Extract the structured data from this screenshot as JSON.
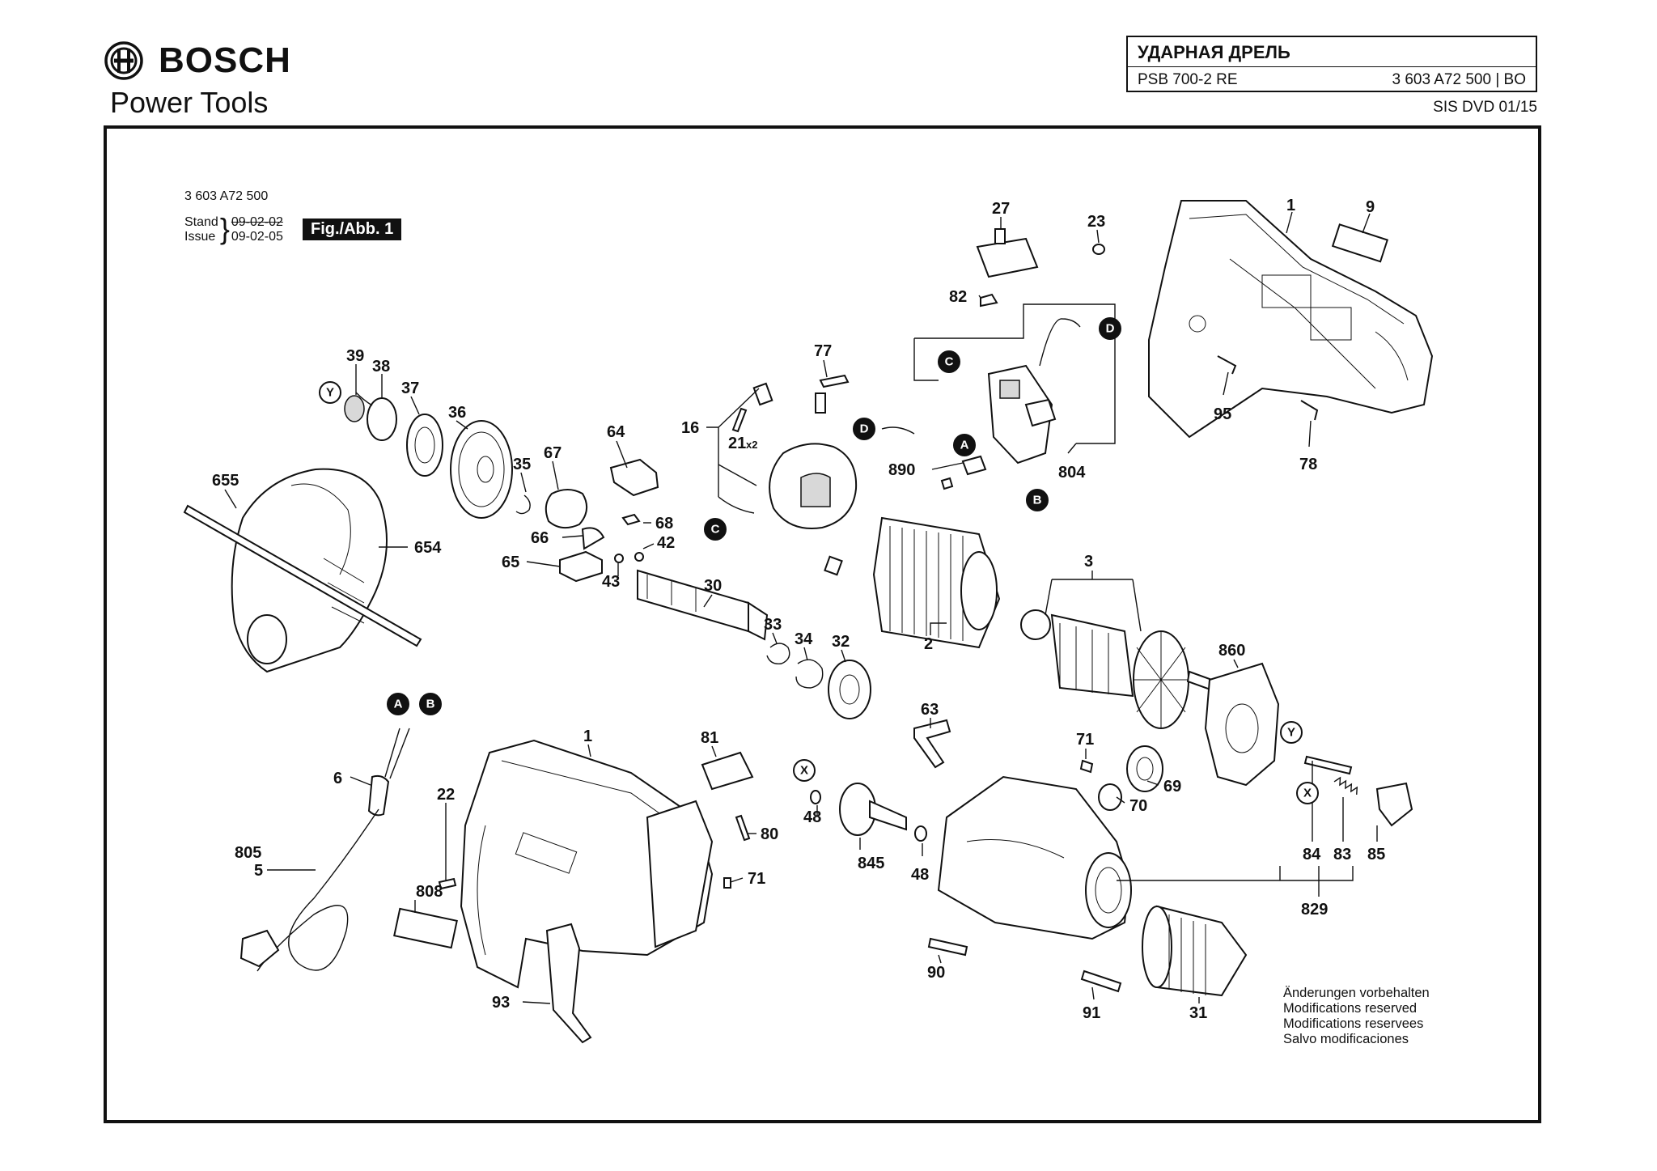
{
  "brand": {
    "name": "BOSCH",
    "subtitle": "Power Tools"
  },
  "title_block": {
    "title": "УДАРНАЯ ДРЕЛЬ",
    "model": "PSB 700-2 RE",
    "part_number": "3 603 A72 500 | BO",
    "edition": "SIS DVD 01/15"
  },
  "figure": {
    "part_number": "3 603 A72 500",
    "stand_label": "Stand",
    "issue_label": "Issue",
    "stand_date": "09-02-02",
    "issue_date": "09-02-05",
    "badge": "Fig./Abb. 1"
  },
  "modifications": [
    "Änderungen vorbehalten",
    "Modifications reserved",
    "Modifications reservees",
    "Salvo modificaciones"
  ],
  "parts": {
    "p1_top": "1",
    "p9": "9",
    "p27": "27",
    "p23": "23",
    "p82": "82",
    "p95": "95",
    "p78": "78",
    "p804": "804",
    "p890": "890",
    "p77": "77",
    "p16": "16",
    "p21": "21",
    "p21_qty": "x2",
    "p64": "64",
    "p68": "68",
    "p67": "67",
    "p66": "66",
    "p65": "65",
    "p43": "43",
    "p42": "42",
    "p39": "39",
    "p38": "38",
    "p37": "37",
    "p36": "36",
    "p35": "35",
    "p655": "655",
    "p654": "654",
    "p30": "30",
    "p33": "33",
    "p34": "34",
    "p32": "32",
    "p2": "2",
    "p3": "3",
    "p860": "860",
    "p63": "63",
    "p71_top": "71",
    "p69": "69",
    "p70": "70",
    "p84": "84",
    "p83": "83",
    "p85": "85",
    "p829": "829",
    "p1_bot": "1",
    "p81": "81",
    "p80": "80",
    "p71_bot": "71",
    "p22": "22",
    "p6": "6",
    "p805": "805",
    "p5": "5",
    "p808": "808",
    "p93": "93",
    "p48_a": "48",
    "p845": "845",
    "p48_b": "48",
    "p90": "90",
    "p91": "91",
    "p31": "31"
  },
  "markers": {
    "A": "A",
    "B": "B",
    "C": "C",
    "D": "D",
    "X": "X",
    "Y": "Y"
  }
}
